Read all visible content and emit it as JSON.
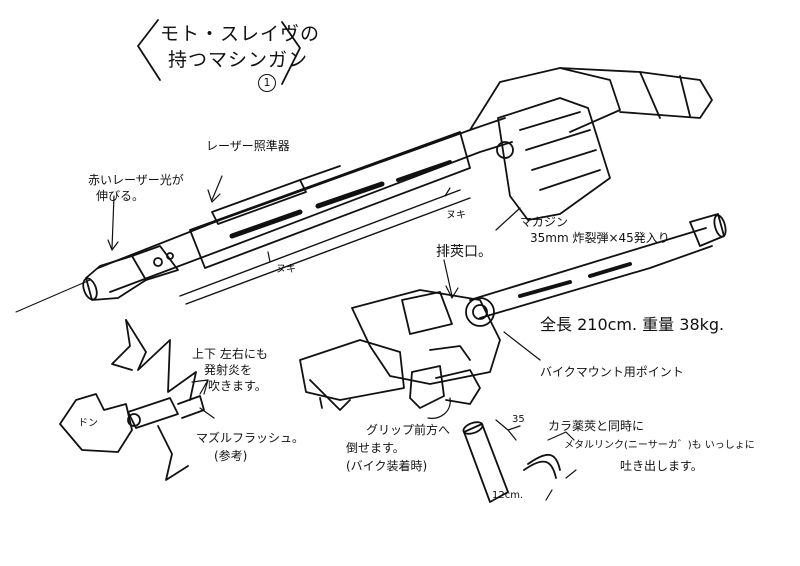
{
  "title": {
    "line1": "モト・スレイヴの",
    "line2": "持つマシンガン",
    "sheet_number": "1"
  },
  "labels": {
    "laser": "レーザー照準器",
    "red_laser": "赤いレーザー光が",
    "extends": "伸びる。",
    "nuki1": "ヌキ",
    "nuki2": "ヌキ",
    "magazine": "マガジン",
    "ammo": "35mm 炸裂弾×45発入り",
    "ejection": "排莢口。",
    "overall": "全長 210cm.  重量 38kg.",
    "bike_mount": "バイクマウント用ポイント",
    "grip_fold_1": "グリップ前方へ",
    "grip_fold_2": "倒せます。",
    "grip_fold_3": "(バイク装着時)",
    "casing_1": "カラ薬莢と同時に",
    "casing_2": "メタルリンク(ニーサーカ゛)も いっしょに",
    "casing_3": "吐き出します。",
    "len35": "35",
    "len12": "12cm.",
    "muzzle_1": "上下 左右にも",
    "muzzle_2": "発射炎を",
    "muzzle_3": "吹きます。",
    "flash_1": "マズルフラッシュ。",
    "flash_2": "(参考)",
    "bang": "ドン"
  }
}
